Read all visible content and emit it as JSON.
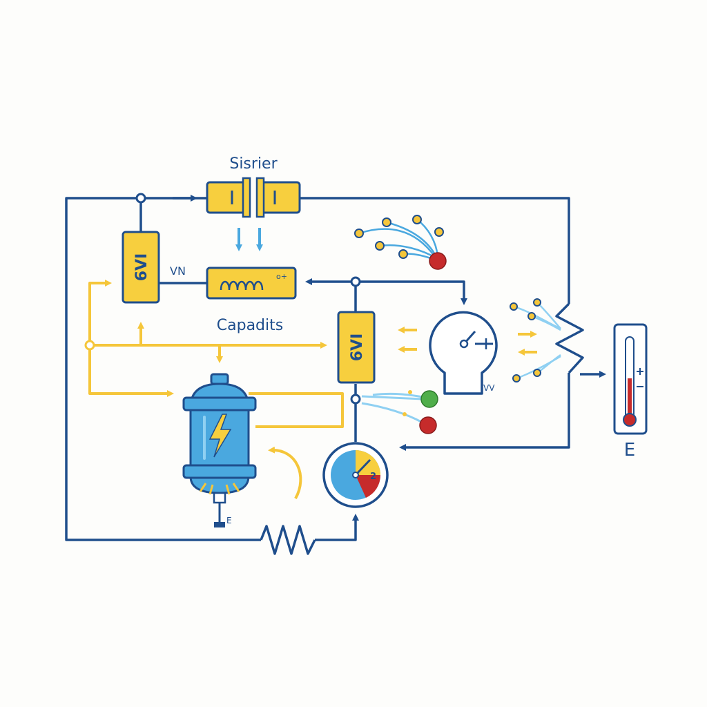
{
  "labels": {
    "top_component": "Sisrier",
    "middle_component": "Capadits",
    "left_switch_tag": "VN",
    "gauge_tag": "VV",
    "tank_tag": "E",
    "thermometer_tag": "E",
    "switch_glyph": "6VI",
    "small_gauge_number": "2"
  },
  "colors": {
    "wire_blue": "#1f4e8c",
    "flow_yellow": "#f5c63a",
    "component_yellow": "#f7cf3e",
    "light_blue": "#4aa8df",
    "particle_red": "#c62b2b",
    "particle_green": "#4fae4a",
    "thermo_red": "#c62b2b"
  },
  "icons": [
    "capacitor-icon",
    "switch-icon",
    "inductor-icon",
    "resistor-icon",
    "tank-icon",
    "lightning-icon",
    "pressure-gauge-icon",
    "dial-gauge-icon",
    "thermometer-icon",
    "particle-cluster-icon"
  ]
}
